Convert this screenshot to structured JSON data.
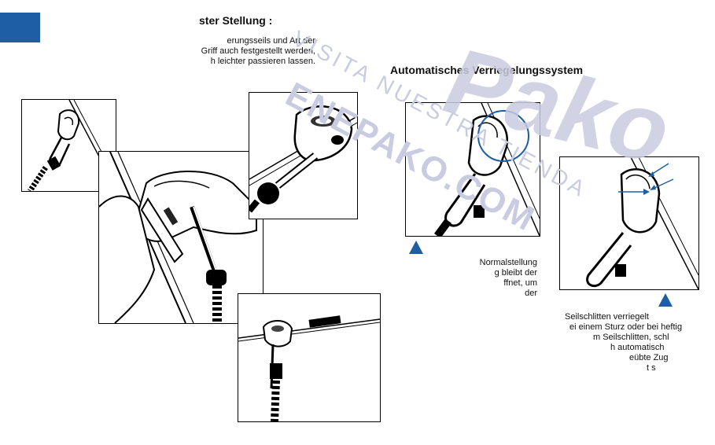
{
  "left_section": {
    "heading": "ster Stellung :",
    "lines": [
      "erungsseils   und   Art   der",
      "Griff auch festgestellt werden,",
      "h leichter passieren lassen."
    ]
  },
  "right_section": {
    "heading": "Automatisches Verriegelungssystem",
    "normal_text": [
      "Normalstellung",
      "g   bleibt   der",
      "ffnet,  um",
      "der"
    ],
    "locked_text": [
      "Seilschlitten verriegelt",
      "ei einem Sturz oder bei heftig",
      "m   Seilschlitten,   schl",
      "h    automatisch",
      "eübte Zug",
      "t    s"
    ]
  },
  "watermark": {
    "line1": "VISITA NUESTRA TIENDA",
    "line2": "ENEPAKO.COM",
    "logo": "Pako"
  },
  "colors": {
    "accent": "#1d5ea5",
    "watermark": "#c9cbe0"
  },
  "illustrations": [
    "carabiner-on-rope",
    "hand-gripping-rope-device",
    "cord-through-device",
    "device-on-horizontal-line",
    "auto-lock-normal-position",
    "auto-lock-locked-position"
  ]
}
